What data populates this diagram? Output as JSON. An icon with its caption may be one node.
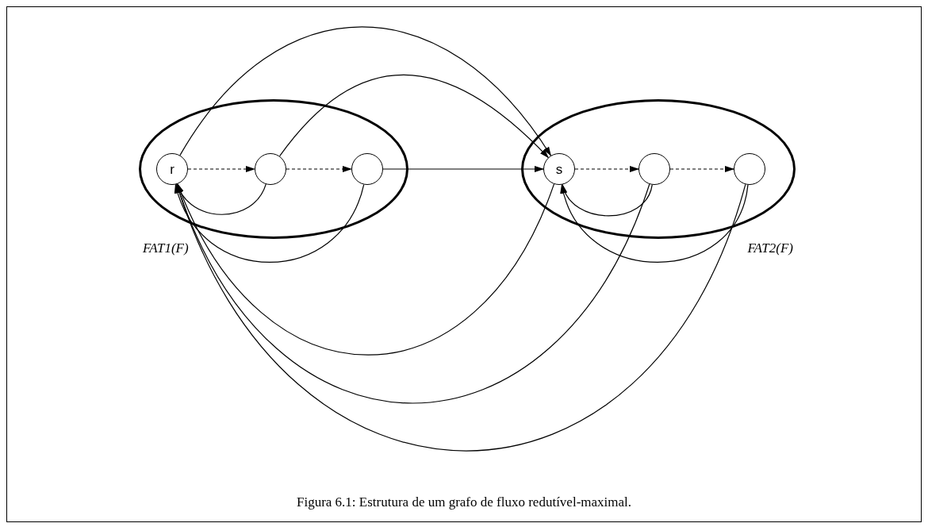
{
  "diagram": {
    "caption": "Figura 6.1: Estrutura de um grafo de fluxo redutível-maximal.",
    "nodes": [
      {
        "text": [
          "FAT1(F)"
        ]
      },
      {
        "text": [
          "r"
        ],
        "in": 0
      },
      {
        "text": [],
        "shape": "circle",
        "in": 0
      },
      {
        "text": [],
        "shape": "circle",
        "in": 0
      },
      {
        "text": [
          "FAT2(F)"
        ]
      },
      {
        "text": [
          "s"
        ],
        "in": 4
      },
      {
        "text": [],
        "shape": "circle",
        "in": 4
      },
      {
        "text": [],
        "shape": "circle",
        "in": 4
      }
    ],
    "edges": [
      {
        "from": 1,
        "to": 2,
        "arrow": "to",
        "style": "dashed"
      },
      {
        "from": 2,
        "to": 3,
        "arrow": "to",
        "style": "dashed"
      },
      {
        "from": 3,
        "to": 5,
        "arrow": "to"
      },
      {
        "from": 5,
        "to": 6,
        "arrow": "to",
        "style": "dashed"
      },
      {
        "from": 6,
        "to": 7,
        "arrow": "to",
        "style": "dashed"
      },
      {
        "from": 1,
        "to": 5,
        "arrow": "to"
      },
      {
        "from": 2,
        "to": 5,
        "arrow": "to"
      },
      {
        "from": 2,
        "to": 1,
        "arrow": "to"
      },
      {
        "from": 3,
        "to": 1,
        "arrow": "to"
      },
      {
        "from": 5,
        "to": 1,
        "arrow": "to"
      },
      {
        "from": 6,
        "to": 1,
        "arrow": "to"
      },
      {
        "from": 7,
        "to": 1,
        "arrow": "to"
      },
      {
        "from": 6,
        "to": 5,
        "arrow": "to"
      },
      {
        "from": 7,
        "to": 5,
        "arrow": "to"
      }
    ]
  }
}
